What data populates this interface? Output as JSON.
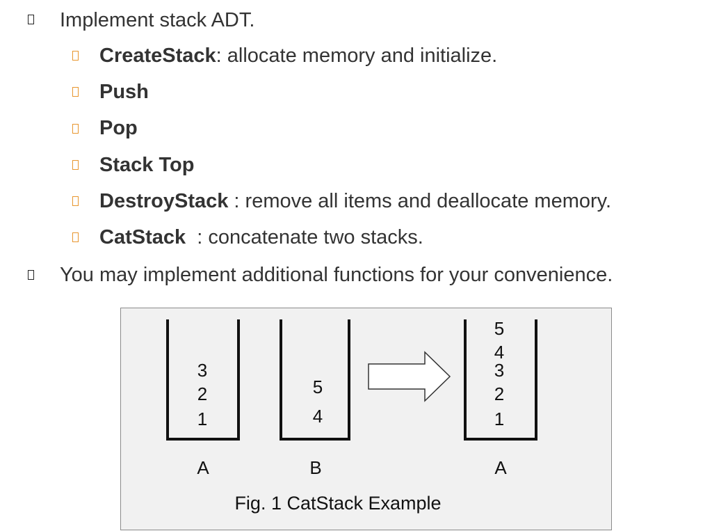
{
  "bullets": {
    "main1": {
      "text": "Implement stack ADT."
    },
    "subs": [
      {
        "term": "CreateStack",
        "desc": ": allocate memory and initialize."
      },
      {
        "term": "Push",
        "desc": ""
      },
      {
        "term": "Pop",
        "desc": ""
      },
      {
        "term": "Stack Top",
        "desc": ""
      },
      {
        "term": "DestroyStack",
        "desc": " : remove all items and deallocate memory."
      },
      {
        "term": "CatStack",
        "desc": "  : concatenate two stacks."
      }
    ],
    "main2": {
      "text": "You may implement additional functions for your convenience."
    }
  },
  "figure": {
    "caption": "Fig. 1 CatStack Example",
    "stack_a": {
      "label": "A",
      "items": [
        "3",
        "2",
        "1"
      ]
    },
    "stack_b": {
      "label": "B",
      "items": [
        "5",
        "4"
      ]
    },
    "stack_result": {
      "label": "A",
      "items": [
        "5",
        "4",
        "3",
        "2",
        "1"
      ]
    }
  },
  "colors": {
    "text": "#333333",
    "sub_bullet": "#e8962e",
    "figure_background": "#f1f1f1"
  }
}
